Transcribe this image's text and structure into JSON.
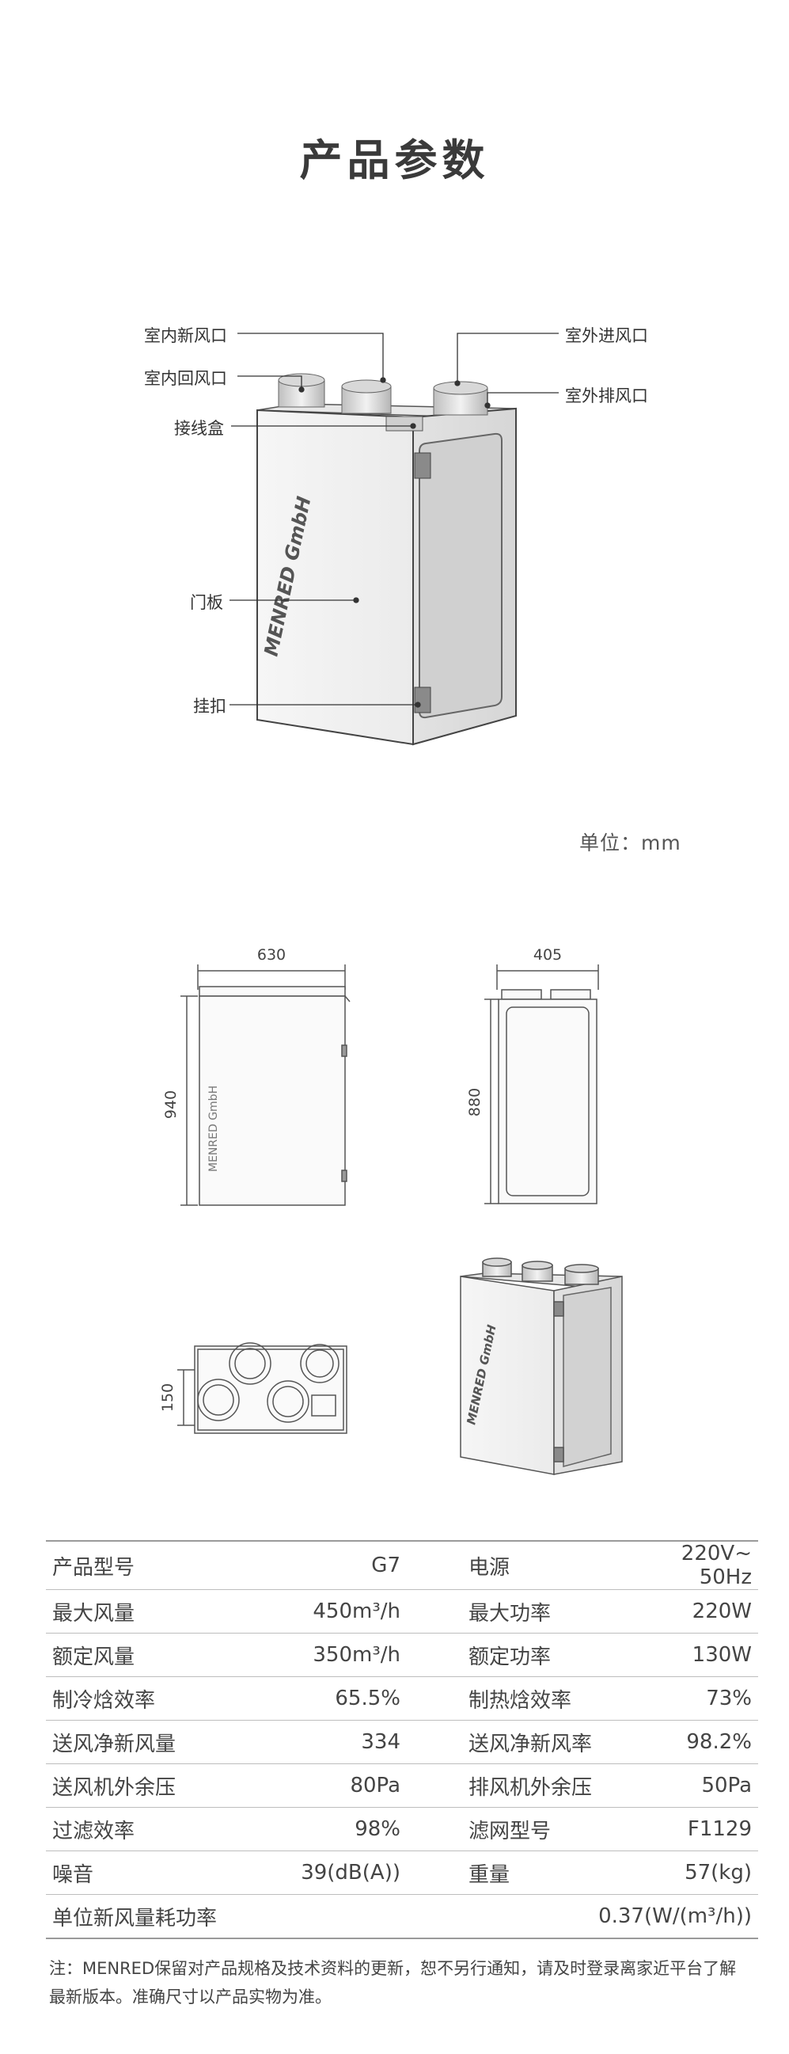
{
  "page_title": "产品参数",
  "callouts": {
    "indoor_fresh_outlet": "室内新风口",
    "indoor_return_outlet": "室内回风口",
    "junction_box": "接线盒",
    "door_panel": "门板",
    "hook": "挂扣",
    "outdoor_intake": "室外进风口",
    "outdoor_exhaust": "室外排风口"
  },
  "brand_text": "MENRED GmbH",
  "unit_label": "单位：mm",
  "dimensions": {
    "front_width": "630",
    "front_height": "940",
    "side_depth": "405",
    "side_height": "880",
    "top_height": "150"
  },
  "specs": [
    {
      "k1": "产品型号",
      "v1": "G7",
      "k2": "电源",
      "v2": "220V~ 50Hz"
    },
    {
      "k1": "最大风量",
      "v1": "450m³/h",
      "k2": "最大功率",
      "v2": "220W"
    },
    {
      "k1": "额定风量",
      "v1": "350m³/h",
      "k2": "额定功率",
      "v2": "130W"
    },
    {
      "k1": "制冷焓效率",
      "v1": "65.5%",
      "k2": "制热焓效率",
      "v2": "73%"
    },
    {
      "k1": "送风净新风量",
      "v1": "334",
      "k2": "送风净新风率",
      "v2": "98.2%"
    },
    {
      "k1": "送风机外余压",
      "v1": "80Pa",
      "k2": "排风机外余压",
      "v2": "50Pa"
    },
    {
      "k1": "过滤效率",
      "v1": "98%",
      "k2": "滤网型号",
      "v2": "F1129"
    },
    {
      "k1": "噪音",
      "v1": "39(dB(A))",
      "k2": "重量",
      "v2": "57(kg)"
    }
  ],
  "last_row": {
    "k": "单位新风量耗功率",
    "v": "0.37(W/(m³/h))"
  },
  "note": "注：MENRED保留对产品规格及技术资料的更新，恕不另行通知，请及时登录离家近平台了解最新版本。准确尺寸以产品实物为准。"
}
